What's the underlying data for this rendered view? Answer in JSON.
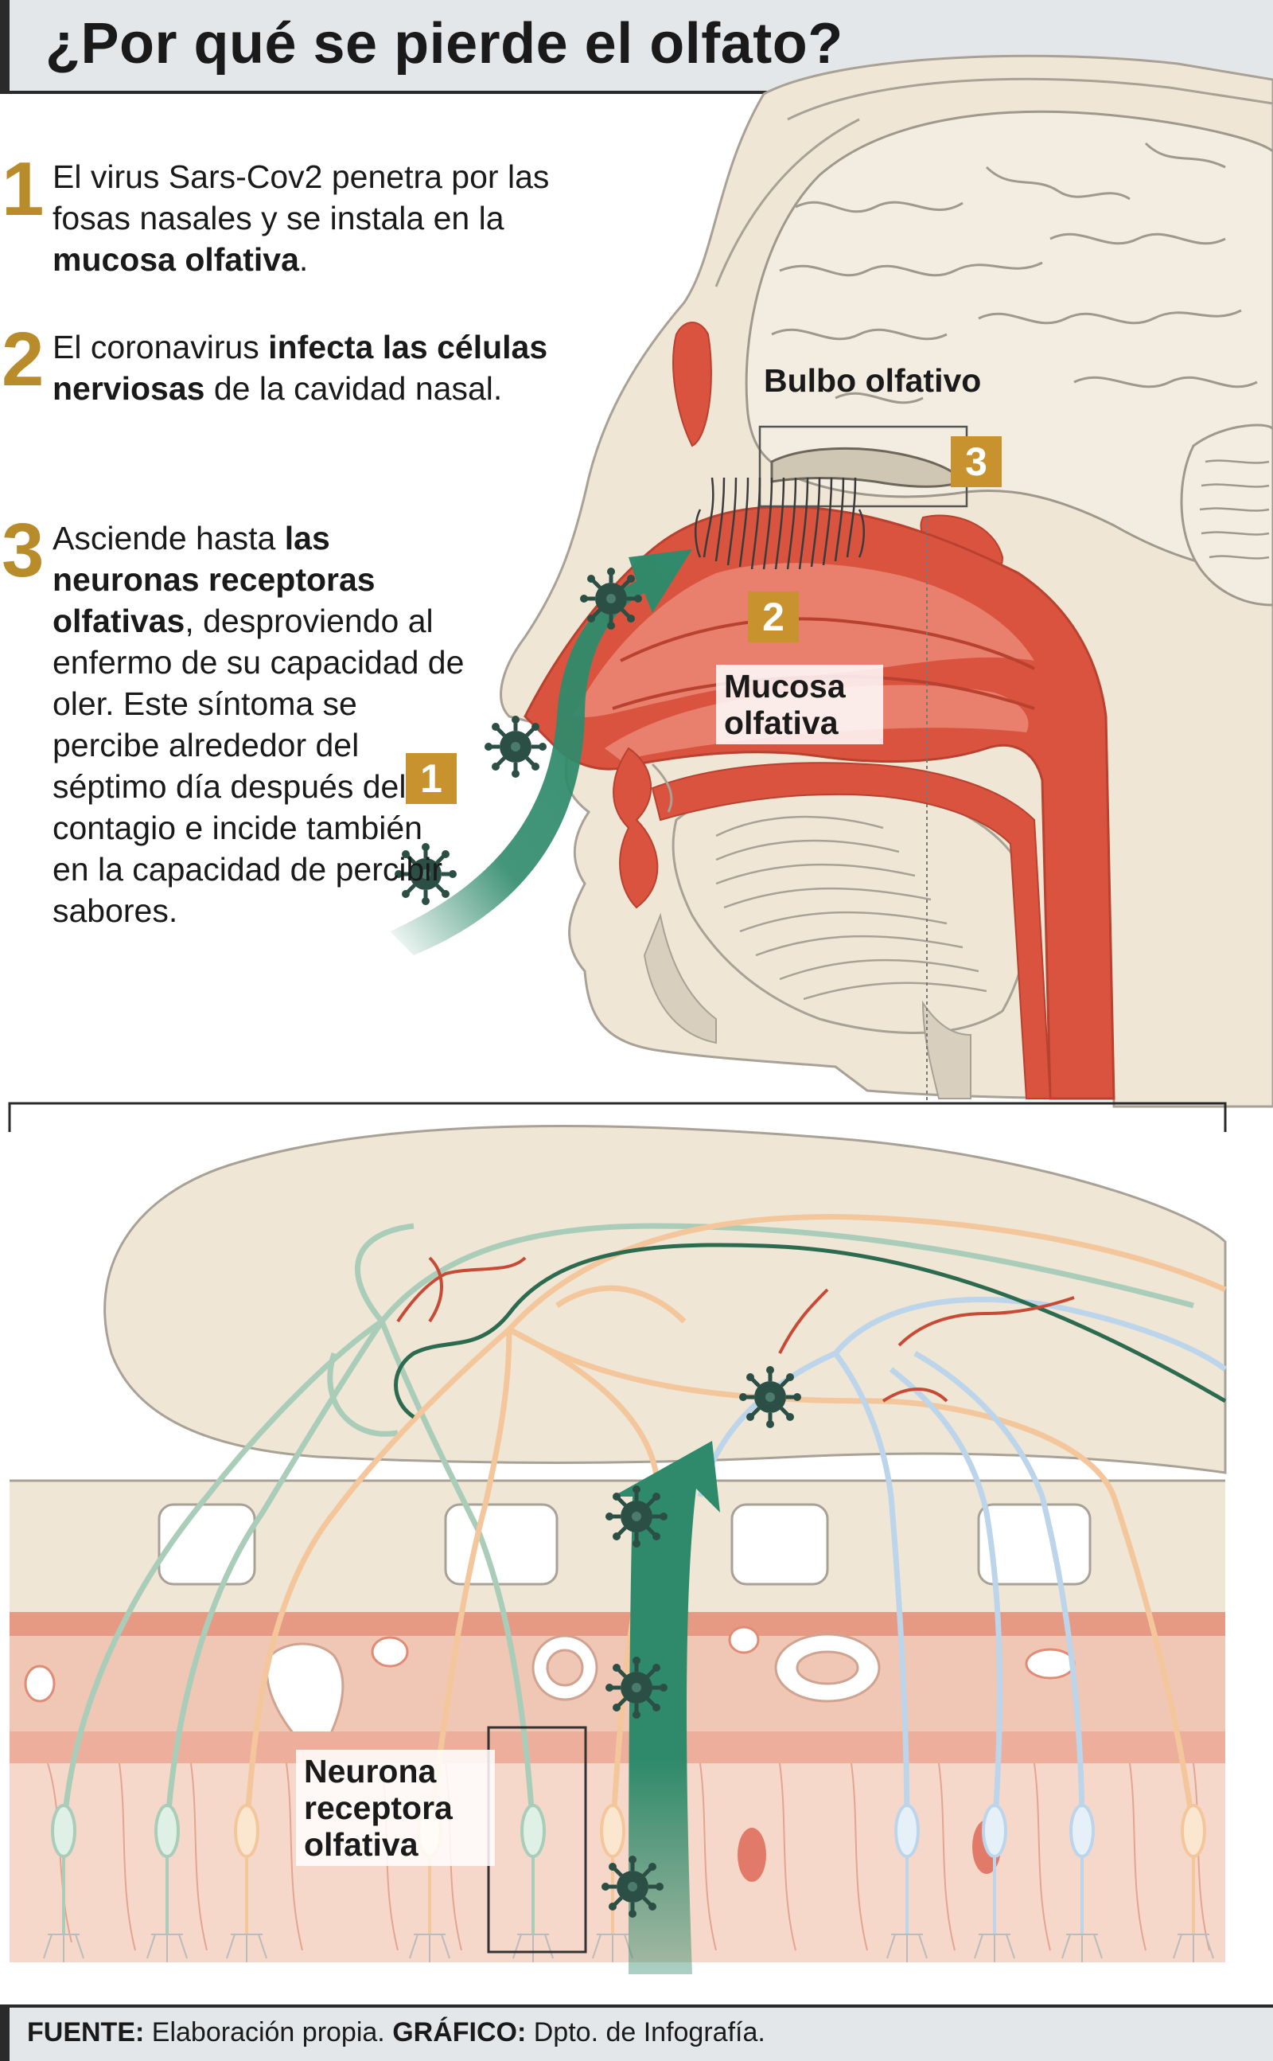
{
  "header": {
    "title": "¿Por qué se pierde el olfato?"
  },
  "steps": [
    {
      "number": "1",
      "parts": [
        {
          "t": "El virus Sars-Cov2 penetra por las fosas nasales y se instala en la ",
          "b": false
        },
        {
          "t": "mucosa olfativa",
          "b": true
        },
        {
          "t": ".",
          "b": false
        }
      ]
    },
    {
      "number": "2",
      "parts": [
        {
          "t": "El coronavirus ",
          "b": false
        },
        {
          "t": "infecta las células nerviosas",
          "b": true
        },
        {
          "t": " de la cavidad nasal.",
          "b": false
        }
      ]
    },
    {
      "number": "3",
      "parts": [
        {
          "t": "Asciende hasta ",
          "b": false
        },
        {
          "t": "las neuronas receptoras olfativas",
          "b": true
        },
        {
          "t": ", desproviendo al enfermo de su capacidad de oler. Este síntoma se percibe alrededor del séptimo día después del contagio e incide también en la capacidad de percibir sabores.",
          "b": false
        }
      ]
    }
  ],
  "labels": {
    "bulbo": "Bulbo olfativo",
    "mucosa": "Mucosa olfativa",
    "neurona": "Neurona receptora olfativa",
    "badge1": "1",
    "badge2": "2",
    "badge3": "3"
  },
  "footer": {
    "source_label": "FUENTE:",
    "source_text": "Elaboración propia.",
    "graphic_label": "GRÁFICO:",
    "graphic_text": "Dpto. de Infografía."
  },
  "colors": {
    "accent": "#c8922e",
    "mucosa_red": "#d9533f",
    "virus_green": "#2f8a6b",
    "skin": "#efe6d6"
  }
}
